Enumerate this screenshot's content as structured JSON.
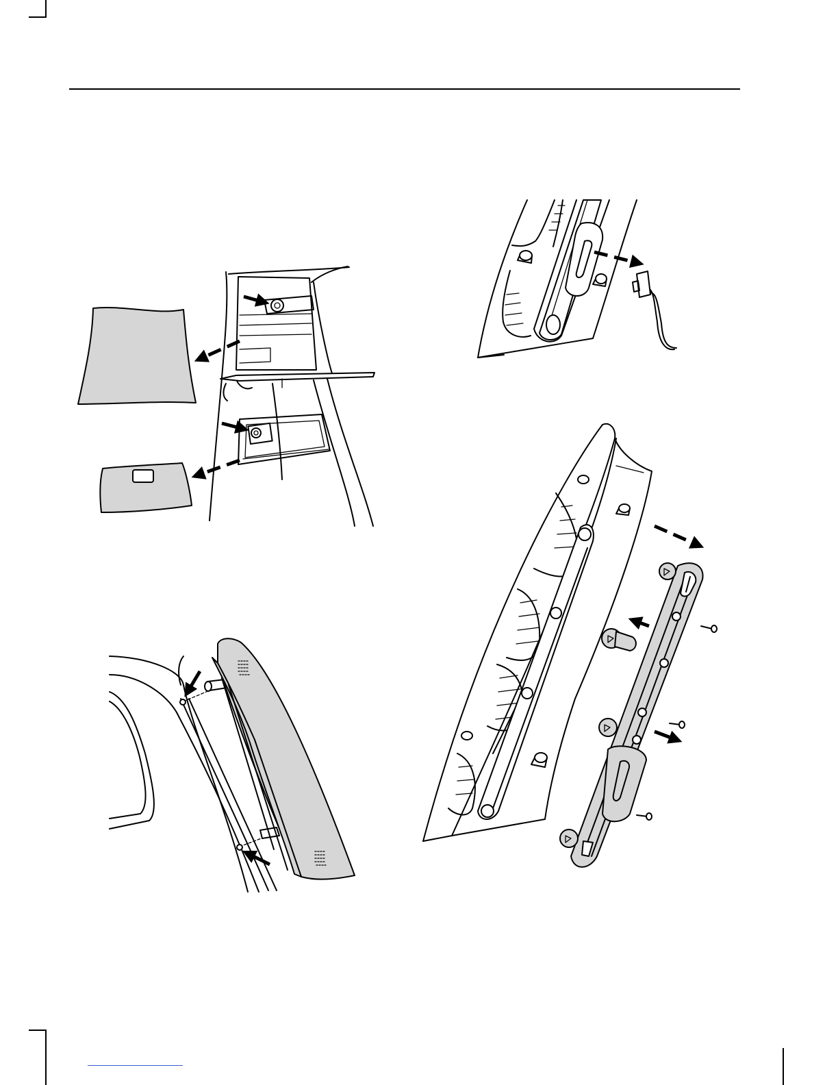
{
  "page": {
    "title": "",
    "body_text": ""
  },
  "figures": [
    {
      "id": "fig-1",
      "parts": [
        "trim-cover",
        "access-panel",
        "screw",
        "screw"
      ]
    },
    {
      "id": "fig-2",
      "parts": [
        "lamp-housing",
        "connector"
      ]
    },
    {
      "id": "fig-3",
      "parts": [
        "lamp-housing",
        "window",
        "fixing-clip",
        "fixing-clip"
      ]
    },
    {
      "id": "fig-4",
      "parts": [
        "lamp-housing",
        "bulb-carrier",
        "bulb",
        "bulb",
        "bulb",
        "bulb",
        "screw",
        "screw",
        "screw"
      ]
    }
  ],
  "colors": {
    "part_fill": "#d6d6d6",
    "line": "#000000",
    "link": "#3a5fcd"
  }
}
